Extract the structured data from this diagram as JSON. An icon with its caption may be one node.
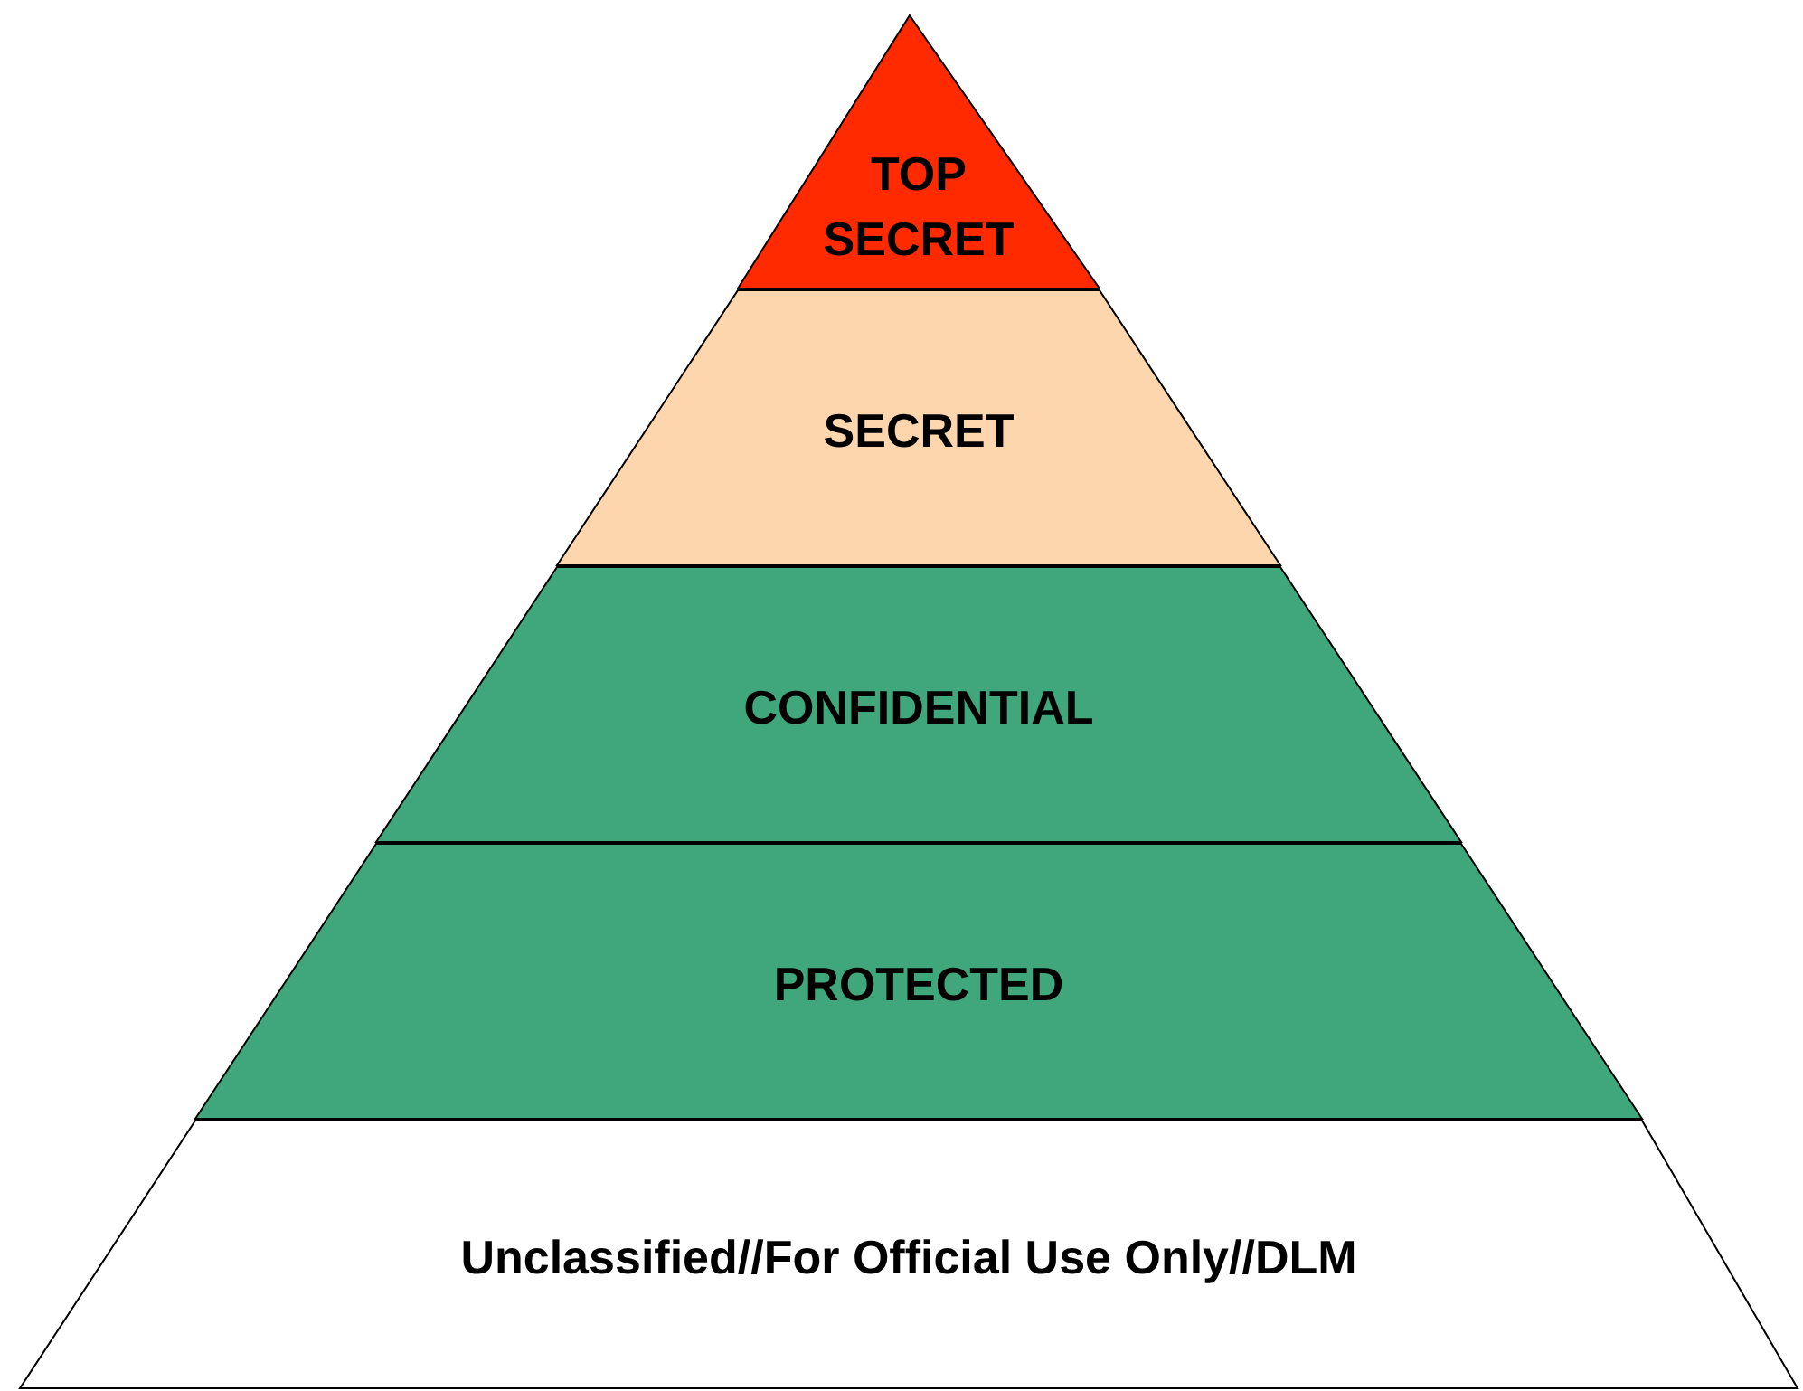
{
  "diagram": {
    "nodes": [
      {
        "text": [
          "TOP SECRET"
        ]
      },
      {
        "text": [
          "SECRET"
        ]
      },
      {
        "text": [
          "CONFIDENTIAL"
        ]
      },
      {
        "text": [
          "PROTECTED"
        ]
      },
      {
        "text": [
          "Unclassified//For Official Use Only//DLM"
        ]
      }
    ]
  }
}
